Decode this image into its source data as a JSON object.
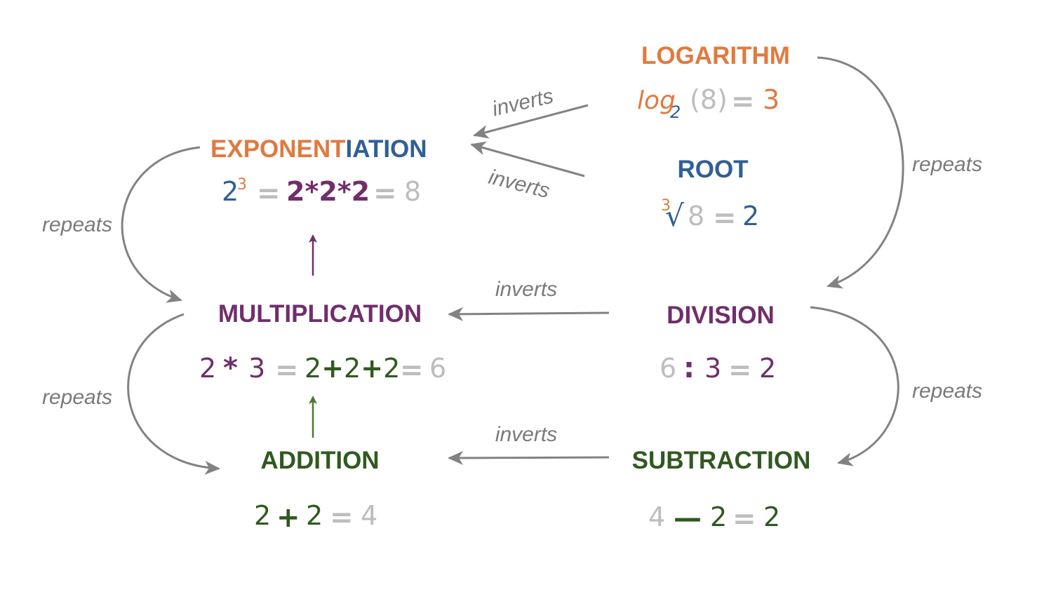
{
  "nodes": {
    "logarithm": {
      "title": "LOGARITHM",
      "eq_log": "log",
      "eq_base": "2",
      "eq_arg": "(8)",
      "eq_equals": "=",
      "eq_result": "3"
    },
    "root": {
      "title": "ROOT",
      "eq_index": "3",
      "eq_radical": "√",
      "eq_radicand": "8",
      "eq_equals": "=",
      "eq_result": "2"
    },
    "exponentiation": {
      "title_part1": "EXPONENT",
      "title_part2": "IATION",
      "eq_base": "2",
      "eq_exp": "3",
      "eq_equals1": "=",
      "eq_expanded": "2*2*2",
      "eq_equals2": "=",
      "eq_result": "8"
    },
    "multiplication": {
      "title": "MULTIPLICATION",
      "eq_a": "2",
      "eq_op": "*",
      "eq_b": "3",
      "eq_equals1": "=",
      "eq_exp_a": "2",
      "eq_exp_op1": "+",
      "eq_exp_b": "2",
      "eq_exp_op2": "+",
      "eq_exp_c": "2",
      "eq_equals2": "=",
      "eq_result": "6"
    },
    "division": {
      "title": "DIVISION",
      "eq_a": "6",
      "eq_op": ":",
      "eq_b": "3",
      "eq_equals": "=",
      "eq_result": "2"
    },
    "addition": {
      "title": "ADDITION",
      "eq_a": "2",
      "eq_op": "+",
      "eq_b": "2",
      "eq_equals": "=",
      "eq_result": "4"
    },
    "subtraction": {
      "title": "SUBTRACTION",
      "eq_a": "4",
      "eq_op": "—",
      "eq_b": "2",
      "eq_equals": "=",
      "eq_result": "2"
    }
  },
  "relations": {
    "log_inverts_exp": "inverts",
    "root_inverts_exp": "inverts",
    "div_inverts_mul": "inverts",
    "sub_inverts_add": "inverts",
    "exp_repeats_mul": "repeats",
    "mul_repeats_add": "repeats",
    "log_repeats_div": "repeats",
    "div_repeats_sub": "repeats"
  },
  "colors": {
    "orange": "#e07a3f",
    "blue": "#2f5f96",
    "purple": "#702e6b",
    "green": "#2f5a1f",
    "light_gray": "#bdbdbd",
    "arrow_gray": "#828282"
  }
}
